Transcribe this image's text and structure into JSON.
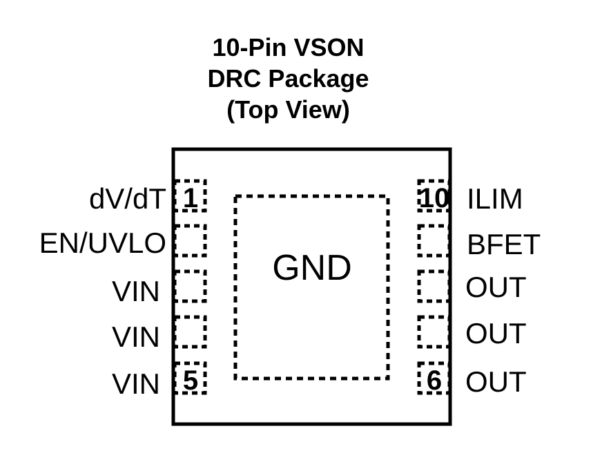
{
  "title": {
    "line1": "10-Pin VSON",
    "line2": "DRC Package",
    "line3": "(Top View)"
  },
  "center_pad": {
    "label": "GND"
  },
  "left_pins": [
    {
      "number": "1",
      "name": "dV/dT"
    },
    {
      "number": "",
      "name": "EN/UVLO"
    },
    {
      "number": "",
      "name": "VIN"
    },
    {
      "number": "",
      "name": "VIN"
    },
    {
      "number": "5",
      "name": "VIN"
    }
  ],
  "right_pins": [
    {
      "number": "10",
      "name": "ILIM"
    },
    {
      "number": "",
      "name": "BFET"
    },
    {
      "number": "",
      "name": "OUT"
    },
    {
      "number": "",
      "name": "OUT"
    },
    {
      "number": "6",
      "name": "OUT"
    }
  ]
}
